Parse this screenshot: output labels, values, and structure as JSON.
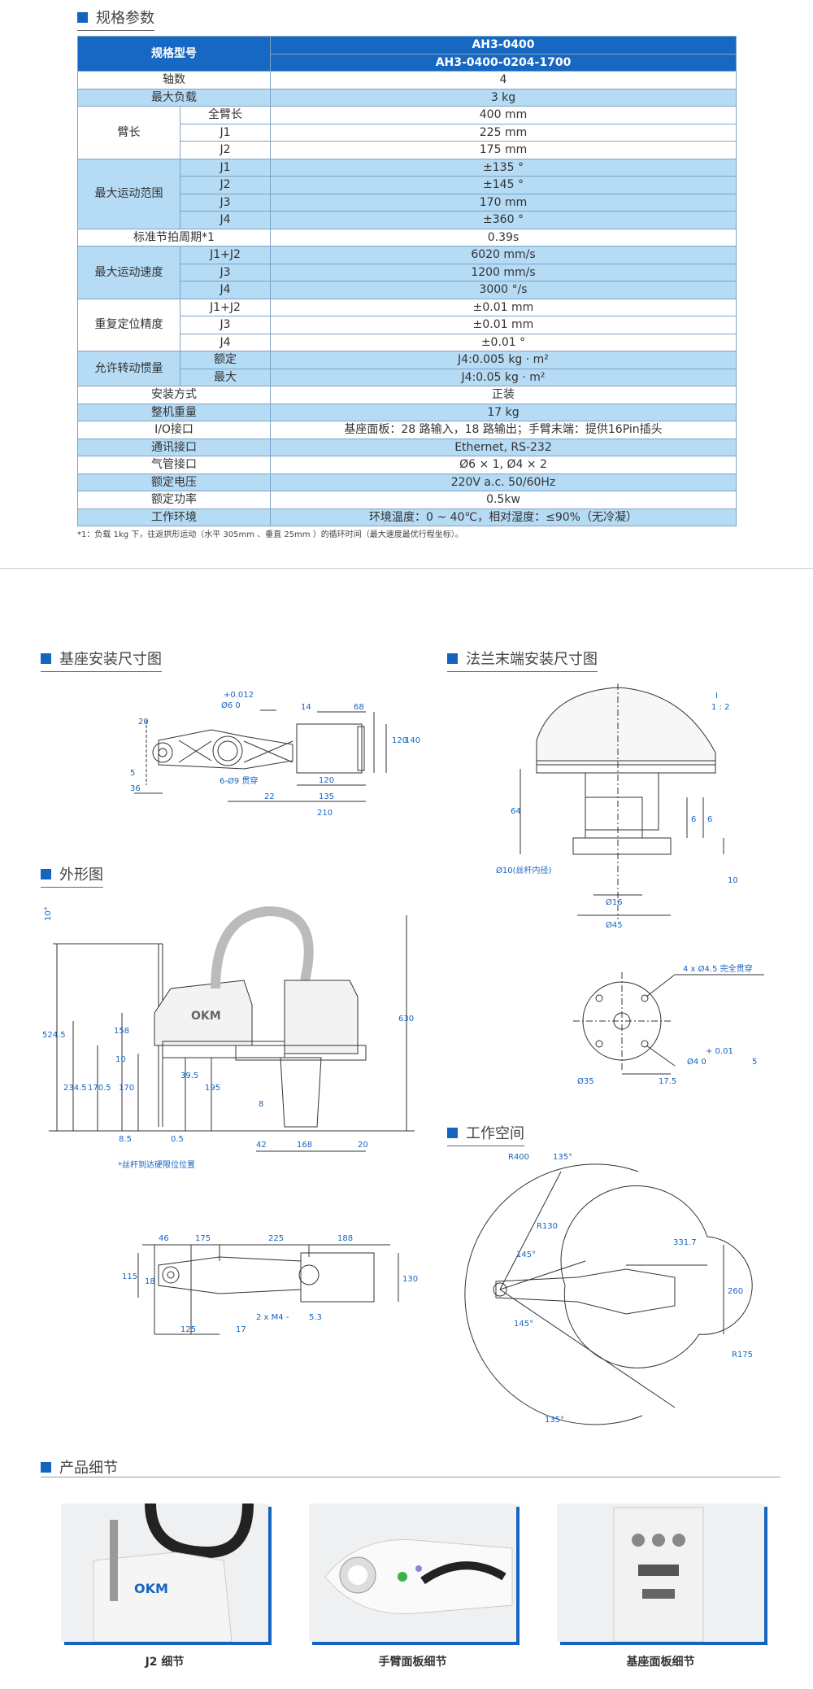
{
  "sections": {
    "spec": "规格参数",
    "base_mount": "基座安装尺寸图",
    "flange_mount": "法兰末端安装尺寸图",
    "outline": "外形图",
    "workspace": "工作空间",
    "details": "产品细节"
  },
  "table": {
    "header_label": "规格型号",
    "model_1": "AH3-0400",
    "model_2": "AH3-0400-0204-1700",
    "axes_label": "轴数",
    "axes_value": "4",
    "payload_label": "最大负载",
    "payload_value": "3 kg",
    "arm_label": "臂长",
    "arm_rows": [
      {
        "k": "全臂长",
        "v": "400 mm"
      },
      {
        "k": "J1",
        "v": "225 mm"
      },
      {
        "k": "J2",
        "v": "175 mm"
      }
    ],
    "range_label": "最大运动范围",
    "range_rows": [
      {
        "k": "J1",
        "v": "±135 °"
      },
      {
        "k": "J2",
        "v": "±145 °"
      },
      {
        "k": "J3",
        "v": "170 mm"
      },
      {
        "k": "J4",
        "v": "±360 °"
      }
    ],
    "cycle_label": "标准节拍周期*1",
    "cycle_value": "0.39s",
    "speed_label": "最大运动速度",
    "speed_rows": [
      {
        "k": "J1+J2",
        "v": "6020 mm/s"
      },
      {
        "k": "J3",
        "v": "1200 mm/s"
      },
      {
        "k": "J4",
        "v": "3000 °/s"
      }
    ],
    "repeat_label": "重复定位精度",
    "repeat_rows": [
      {
        "k": "J1+J2",
        "v": "±0.01 mm"
      },
      {
        "k": "J3",
        "v": "±0.01 mm"
      },
      {
        "k": "J4",
        "v": "±0.01 °"
      }
    ],
    "inertia_label": "允许转动惯量",
    "inertia_rows": [
      {
        "k": "额定",
        "v": "J4:0.005 kg · m²"
      },
      {
        "k": "最大",
        "v": "J4:0.05 kg · m²"
      }
    ],
    "simple_rows": [
      {
        "k": "安装方式",
        "v": "正装"
      },
      {
        "k": "整机重量",
        "v": "17 kg"
      },
      {
        "k": "I/O接口",
        "v": "基座面板：28 路输入，18 路输出；手臂末端：提供16Pin插头"
      },
      {
        "k": "通讯接口",
        "v": "Ethernet, RS-232"
      },
      {
        "k": "气管接口",
        "v": "Ø6 × 1, Ø4 × 2"
      },
      {
        "k": "额定电压",
        "v": "220V a.c. 50/60Hz"
      },
      {
        "k": "额定功率",
        "v": "0.5kw"
      },
      {
        "k": "工作环境",
        "v": "环境温度：0 ~ 40℃，相对湿度：≤90%（无冷凝）"
      }
    ]
  },
  "footnote": "*1：负载 1kg 下，往返拱形运动（水平 305mm 、垂直 25mm ）的循环时间（最大速度最优行程坐标）。",
  "base_dims": {
    "tol": "+0.012",
    "hole": "Ø6  0",
    "d14": "14",
    "d68": "68",
    "d20": "20",
    "d120": "120",
    "d140": "140",
    "d5": "5",
    "d36": "36",
    "holes": "6-Ø9 贯穿",
    "d22": "22",
    "d135": "135",
    "d120b": "120",
    "d210": "210"
  },
  "flange_dims": {
    "ratio_i": "I",
    "ratio": "1 : 2",
    "d64": "64",
    "d6a": "6",
    "d6b": "6",
    "d10": "10",
    "shaft": "Ø10(丝杆内径)",
    "d16": "Ø16",
    "d45": "Ø45",
    "holes": "4 x Ø4.5 完全贯穿",
    "tol": "+ 0.01",
    "hole4": "Ø4    0",
    "d5": "5",
    "d35": "Ø35",
    "d175": "17.5"
  },
  "outline_dims": {
    "a10": "10°",
    "d5245": "524.5",
    "d630": "630",
    "d158": "158",
    "d10": "10",
    "d2345": "234.5",
    "d1705": "170.5",
    "d170": "170",
    "d395": "39.5",
    "d195": "195",
    "d8": "8",
    "d85": "8.5",
    "d05": "0.5",
    "d42": "42",
    "d168": "168",
    "d20": "20",
    "note": "*丝杆到达硬限位位置"
  },
  "top_dims": {
    "d46": "46",
    "d175": "175",
    "d225": "225",
    "d188": "188",
    "d115": "115",
    "d18": "18",
    "d130": "130",
    "m4": "2 x M4 -",
    "d53": "5.3",
    "d125": "125",
    "d17": "17"
  },
  "ws_dims": {
    "r400": "R400",
    "a135a": "135°",
    "r130": "R130",
    "d3317": "331.7",
    "a145a": "145°",
    "a145b": "145°",
    "d260": "260",
    "r175": "R175",
    "a135b": "135°"
  },
  "brand": "OKM",
  "details": [
    {
      "caption": "J2 细节"
    },
    {
      "caption": "手臂面板细节"
    },
    {
      "caption": "基座面板细节"
    }
  ],
  "colors": {
    "accent": "#1565c0",
    "table_head": "#1668c3",
    "table_light": "#b5dbf5"
  }
}
